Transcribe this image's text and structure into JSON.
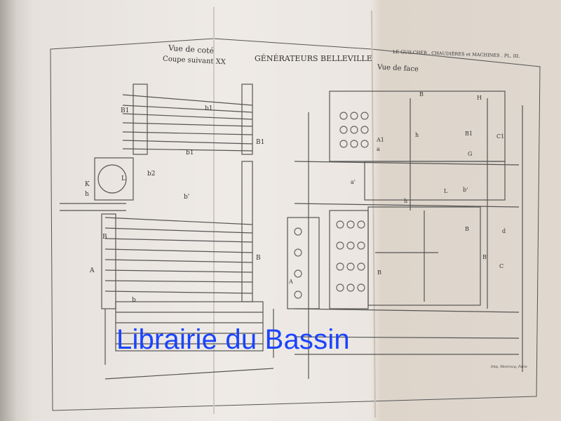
{
  "plate": {
    "left_title": "Vue de coté",
    "left_subtitle": "Coupe suivant XX",
    "main_title": "GÉNÉRATEURS BELLEVILLE",
    "header_right": "LE GUILCHER , CHAUDIÈRES et MACHINES . PL. III.",
    "right_title": "Vue de face",
    "engraver_credit": "Imp. Monrocq, Paris"
  },
  "labels": {
    "left": [
      "B1",
      "b1",
      "b1",
      "B1",
      "b2",
      "L",
      "K",
      "h",
      "b'",
      "B",
      "A",
      "B",
      "b"
    ],
    "right": [
      "B",
      "H",
      "A1",
      "a",
      "h",
      "B1",
      "C1",
      "G",
      "a'",
      "L",
      "b'",
      "h",
      "B",
      "d",
      "A",
      "B",
      "B'",
      "C"
    ]
  },
  "watermark": "Librairie du Bassin"
}
